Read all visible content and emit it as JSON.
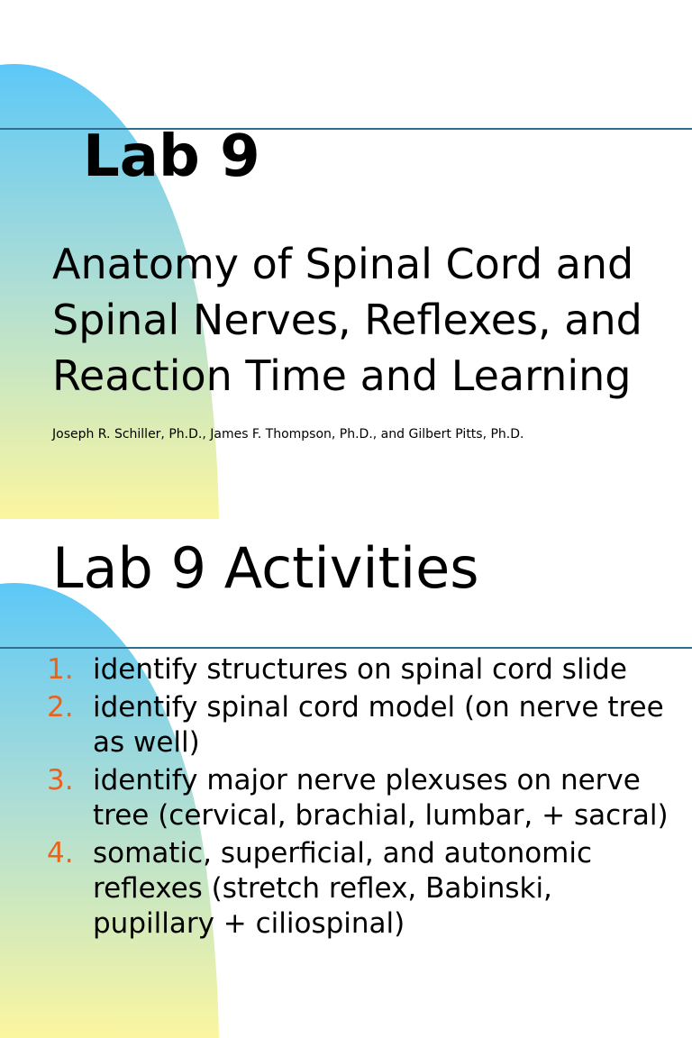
{
  "colors": {
    "accent_blue": "#5cc8f7",
    "accent_yellow": "#fbf6a0",
    "rule": "#2f6f8f",
    "number": "#e8641c"
  },
  "slide1": {
    "title": "Lab 9",
    "subtitle_lines": [
      "Anatomy of Spinal Cord and",
      "Spinal Nerves, Reflexes, and",
      "Reaction Time and Learning"
    ],
    "authors": "Joseph R.  Schiller,  Ph.D., James F. Thompson, Ph.D., and Gilbert Pitts, Ph.D."
  },
  "slide2": {
    "title": "Lab 9 Activities",
    "items": [
      {
        "num": "1.",
        "text": "identify structures on spinal cord slide"
      },
      {
        "num": "2.",
        "text": "identify spinal cord model (on nerve tree as well)"
      },
      {
        "num": "3.",
        "text": "identify major nerve plexuses on nerve tree (cervical, brachial, lumbar, + sacral)"
      },
      {
        "num": "4.",
        "text": "somatic, superficial, and autonomic reflexes (stretch reflex, Babinski, pupillary + ciliospinal)"
      }
    ]
  }
}
